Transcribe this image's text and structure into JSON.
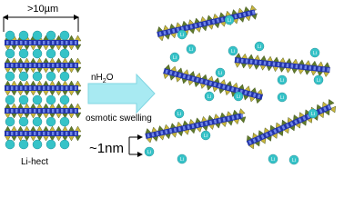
{
  "labels": {
    "size_top": ">10µm",
    "water": "nH",
    "water_sub": "2",
    "water_tail": "O",
    "process": "osmotic swelling",
    "material": "Li-hect",
    "thickness": "~1nm",
    "ion": "Li"
  },
  "colors": {
    "core_blue": "#2233aa",
    "core_light": "#6f86e8",
    "tetra_green": "#5f7a2a",
    "tetra_yellow": "#c9b53a",
    "ion_cyan": "#36c3c8",
    "arrow_fill": "#a8eaf2",
    "arrow_stroke": "#7fd5e2"
  }
}
